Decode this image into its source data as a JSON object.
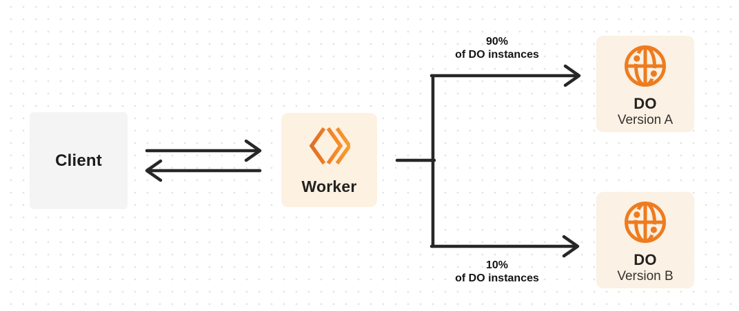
{
  "diagram": {
    "title_hint": "Worker routing traffic between two Durable Object versions",
    "nodes": {
      "client": {
        "label": "Client"
      },
      "worker": {
        "label": "Worker",
        "icon": "workers-icon"
      },
      "do_version_a": {
        "title": "DO",
        "subtitle": "Version A",
        "icon": "globe-icon"
      },
      "do_version_b": {
        "title": "DO",
        "subtitle": "Version B",
        "icon": "globe-icon"
      }
    },
    "edges": {
      "client_worker": {
        "type": "bidirectional-arrows"
      },
      "split_top": {
        "percent": "90%",
        "caption": "of DO instances",
        "target": "do_version_a"
      },
      "split_bottom": {
        "percent": "10%",
        "caption": "of DO instances",
        "target": "do_version_b"
      }
    },
    "colors": {
      "orange_accent": "#ee7c1f",
      "workers_gradient_start": "#db6d28",
      "workers_gradient_end": "#f99d33",
      "node_cream_bg": "#fdf1e2",
      "do_cream_bg": "#fbf1e4",
      "client_gray_bg": "#f4f4f5",
      "arrow_dark": "#272727",
      "dot_grid": "#e3e3e6"
    }
  }
}
